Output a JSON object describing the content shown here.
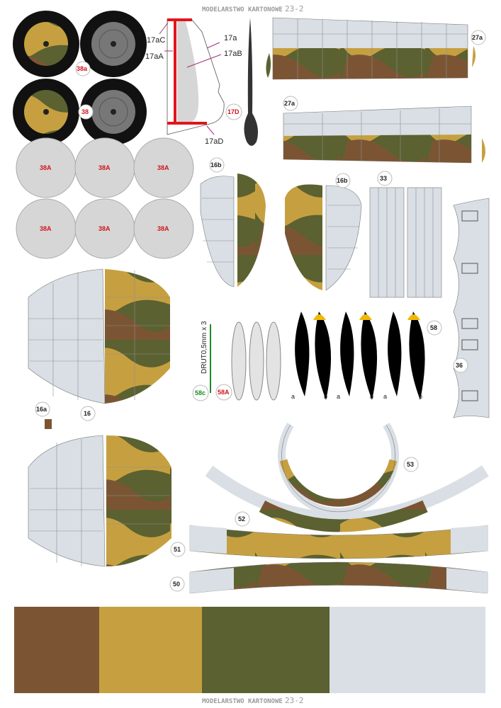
{
  "header": {
    "title": "MODELARSTWO KARTONOWE",
    "issue": "23-2"
  },
  "footer": {
    "title": "MODELARSTWO KARTONOWE",
    "issue": "23-2"
  },
  "part_labels": {
    "p38a": "38a",
    "p38": "38",
    "p38A": "38A",
    "p17aC": "17aC",
    "p17aA": "17aA",
    "p17a": "17a",
    "p17aB": "17aB",
    "p17aD": "17aD",
    "p17D": "17D",
    "p27a_top": "27a",
    "p27a_bottom": "27a",
    "p16b_left": "16b",
    "p16b_right": "16b",
    "p33": "33",
    "p36": "36",
    "p16a": "16a",
    "p16": "16",
    "wire": "DRUT0,5mm x 3",
    "p58c": "58c",
    "p58A": "58A",
    "p58": "58",
    "blade_a": "a",
    "blade_b": "b",
    "p53": "53",
    "p52": "52",
    "p51": "51",
    "p50": "50"
  },
  "colors": {
    "brown": "#7b5533",
    "tan": "#c6a040",
    "green": "#5b6130",
    "light_grey": "#d9dfe4",
    "label_red": "#d0141c",
    "accent_red": "#e3141c",
    "propeller_tip": "#f0b800"
  },
  "swatches": [
    "brown",
    "tan",
    "green",
    "light_grey"
  ]
}
